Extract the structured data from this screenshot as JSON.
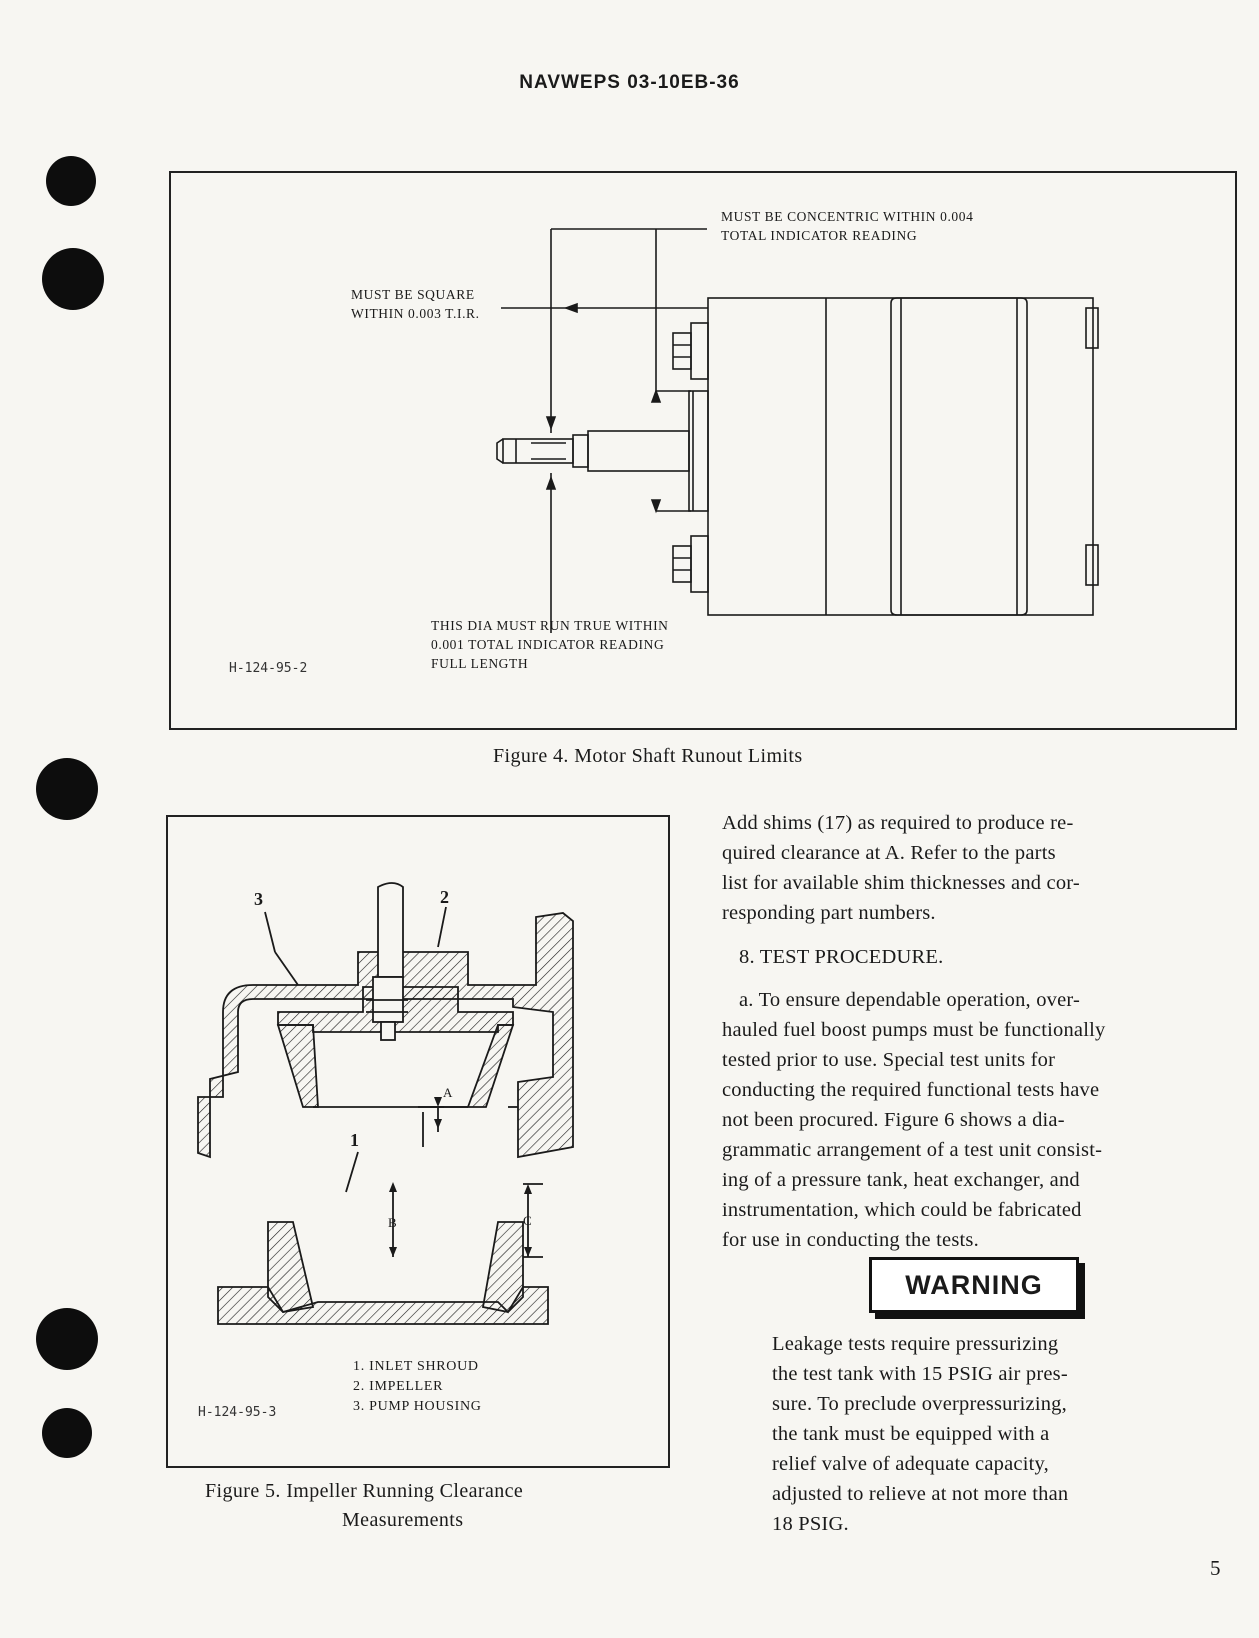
{
  "header": {
    "doc_number": "NAVWEPS 03-10EB-36"
  },
  "figure4": {
    "notes": {
      "concentric_line1": "MUST BE CONCENTRIC WITHIN 0.004",
      "concentric_line2": "TOTAL INDICATOR READING",
      "square_line1": "MUST BE SQUARE",
      "square_line2": "WITHIN 0.003 T.I.R.",
      "dia_line1": "THIS DIA MUST RUN TRUE WITHIN",
      "dia_line2": "0.001 TOTAL INDICATOR READING",
      "dia_line3": "FULL LENGTH"
    },
    "drawing_code": "H-124-95-2",
    "caption": "Figure 4.   Motor Shaft Runout Limits"
  },
  "figure5": {
    "callouts": {
      "c1": "1",
      "c2": "2",
      "c3": "3",
      "dim_a": "A",
      "dim_b": "B",
      "dim_c": "C"
    },
    "legend": [
      "1.  INLET SHROUD",
      "2.  IMPELLER",
      "3.  PUMP HOUSING"
    ],
    "drawing_code": "H-124-95-3",
    "caption_line1": "Figure 5.   Impeller Running Clearance",
    "caption_line2": "Measurements"
  },
  "body": {
    "para1_lines": [
      "Add shims (17) as required to produce re-",
      "quired clearance at A.  Refer to the parts",
      "list for available shim thicknesses and cor-",
      "responding part numbers."
    ],
    "section_heading": "8.  TEST PROCEDURE.",
    "para_a_lines": [
      "a.  To ensure dependable operation, over-",
      "hauled fuel boost pumps must be functionally",
      "tested prior to use.  Special test units for",
      "conducting the required functional tests have",
      "not been procured.  Figure 6 shows a dia-",
      "grammatic arrangement of a test unit consist-",
      "ing of a pressure tank, heat exchanger, and",
      "instrumentation, which could be fabricated",
      "for use in conducting the tests."
    ],
    "warning_label": "WARNING",
    "warning_lines": [
      "Leakage tests require pressurizing",
      "the test tank with 15 PSIG air pres-",
      "sure. To preclude overpressurizing,",
      "the tank must be equipped with a",
      "relief valve of adequate capacity,",
      "adjusted to relieve at not more than",
      "18 PSIG."
    ]
  },
  "page_number": "5"
}
